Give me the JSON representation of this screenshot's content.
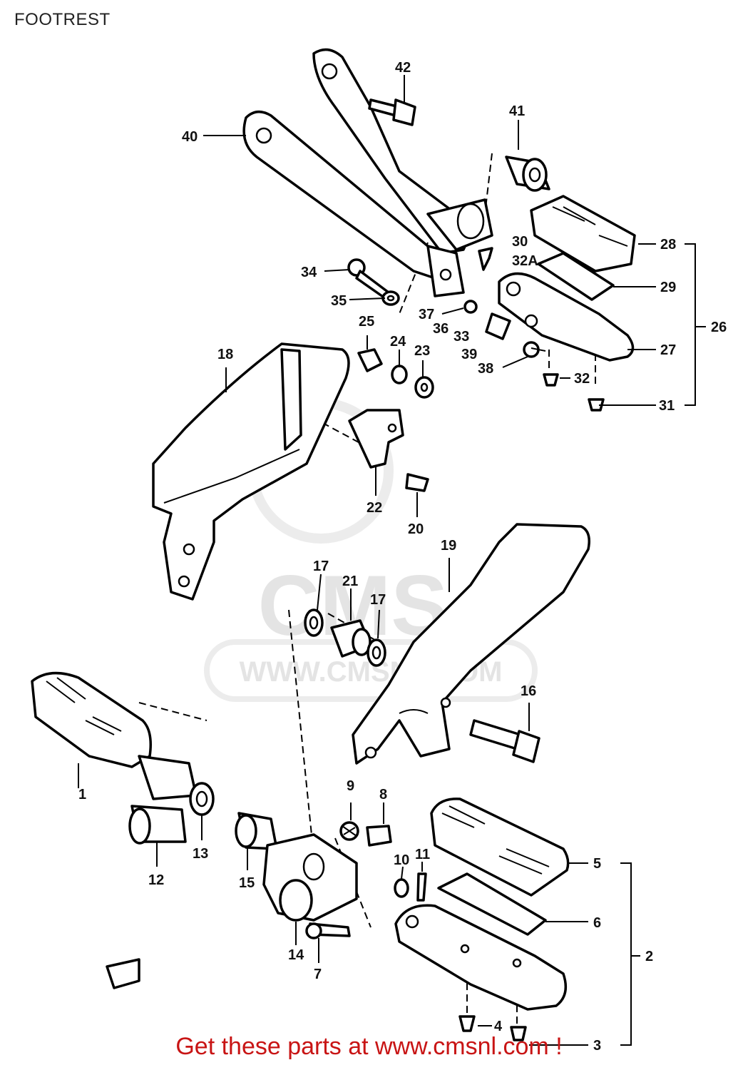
{
  "title": "FOOTREST",
  "footer_link": "Get these parts at www.cmsnl.com !",
  "watermark": {
    "logo_letters": "CMS",
    "url": "WWW.CMSNL.COM"
  },
  "callouts": [
    "1",
    "2",
    "3",
    "4",
    "5",
    "6",
    "7",
    "8",
    "9",
    "10",
    "11",
    "12",
    "13",
    "14",
    "15",
    "16",
    "17",
    "17",
    "18",
    "19",
    "20",
    "21",
    "22",
    "23",
    "24",
    "25",
    "26",
    "27",
    "28",
    "29",
    "30",
    "31",
    "32",
    "32A",
    "33",
    "34",
    "35",
    "36",
    "37",
    "38",
    "39",
    "40",
    "41",
    "42"
  ],
  "colors": {
    "line": "#000000",
    "background": "#ffffff",
    "footer_text": "#c81414",
    "watermark": "#e4e4e4"
  }
}
